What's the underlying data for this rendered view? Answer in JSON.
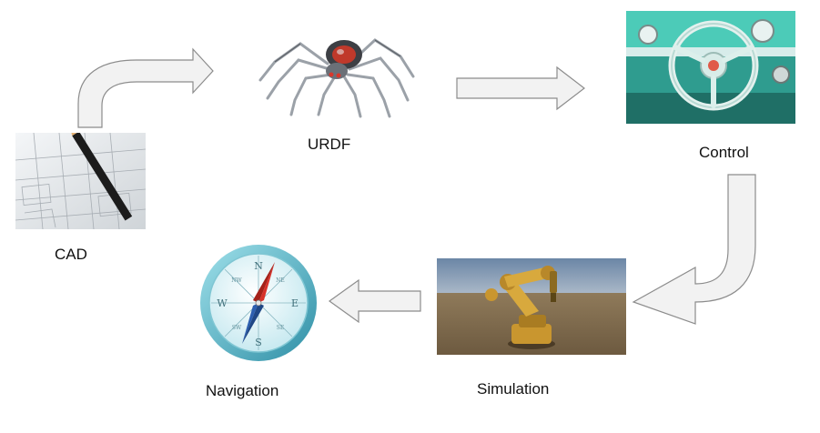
{
  "nodes": {
    "cad": {
      "label": "CAD",
      "image_icon": "pencil-on-blueprint-icon"
    },
    "urdf": {
      "label": "URDF",
      "image_icon": "robot-spider-icon"
    },
    "control": {
      "label": "Control",
      "image_icon": "steering-wheel-icon"
    },
    "simulation": {
      "label": "Simulation",
      "image_icon": "robot-arm-icon"
    },
    "navigation": {
      "label": "Navigation",
      "image_icon": "compass-icon"
    }
  },
  "colors": {
    "arrow_fill": "#f2f2f2",
    "arrow_stroke": "#8c8c8c",
    "text": "#111111",
    "car_teal": "#3fbfae",
    "robot_arm": "#c9962f",
    "compass_rim": "#5cc4d6"
  }
}
